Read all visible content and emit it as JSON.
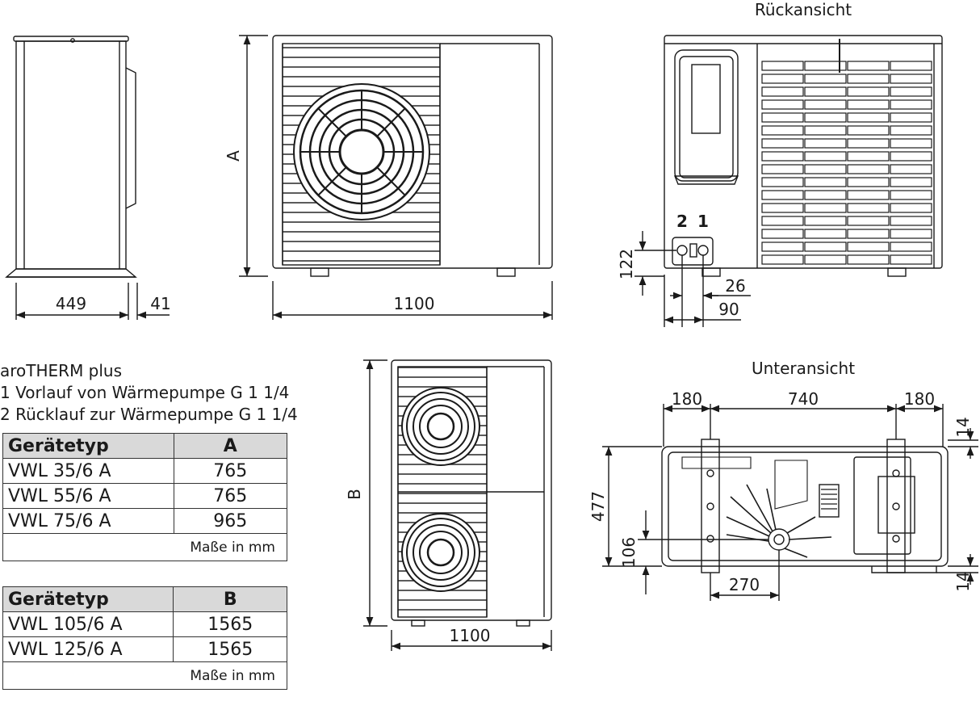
{
  "views": {
    "rear_title": "Rückansicht",
    "bottom_title": "Unteransicht"
  },
  "dimensions": {
    "side_depth": "449",
    "side_offset": "41",
    "front_width": "1100",
    "front_height_label": "A",
    "rear_height": "122",
    "rear_26": "26",
    "rear_90": "90",
    "port_2": "2",
    "port_1": "1",
    "bottom_left": "180",
    "bottom_mid": "740",
    "bottom_right": "180",
    "bottom_top_14": "14",
    "bottom_depth": "477",
    "bottom_106": "106",
    "bottom_270": "270",
    "bottom_bot_14": "14",
    "large_height_label": "B",
    "large_width": "1100"
  },
  "legend": {
    "title": "aroTHERM plus",
    "item1": "1 Vorlauf von Wärmepumpe G 1 1/4",
    "item2": "2 Rücklauf zur Wärmepumpe G 1 1/4"
  },
  "table_a": {
    "headers": [
      "Gerätetyp",
      "A"
    ],
    "rows": [
      [
        "VWL 35/6 A",
        "765"
      ],
      [
        "VWL 55/6 A",
        "765"
      ],
      [
        "VWL 75/6 A",
        "965"
      ]
    ],
    "unit": "Maße in mm"
  },
  "table_b": {
    "headers": [
      "Gerätetyp",
      "B"
    ],
    "rows": [
      [
        "VWL 105/6 A",
        "1565"
      ],
      [
        "VWL 125/6 A",
        "1565"
      ]
    ],
    "unit": "Maße in mm"
  }
}
